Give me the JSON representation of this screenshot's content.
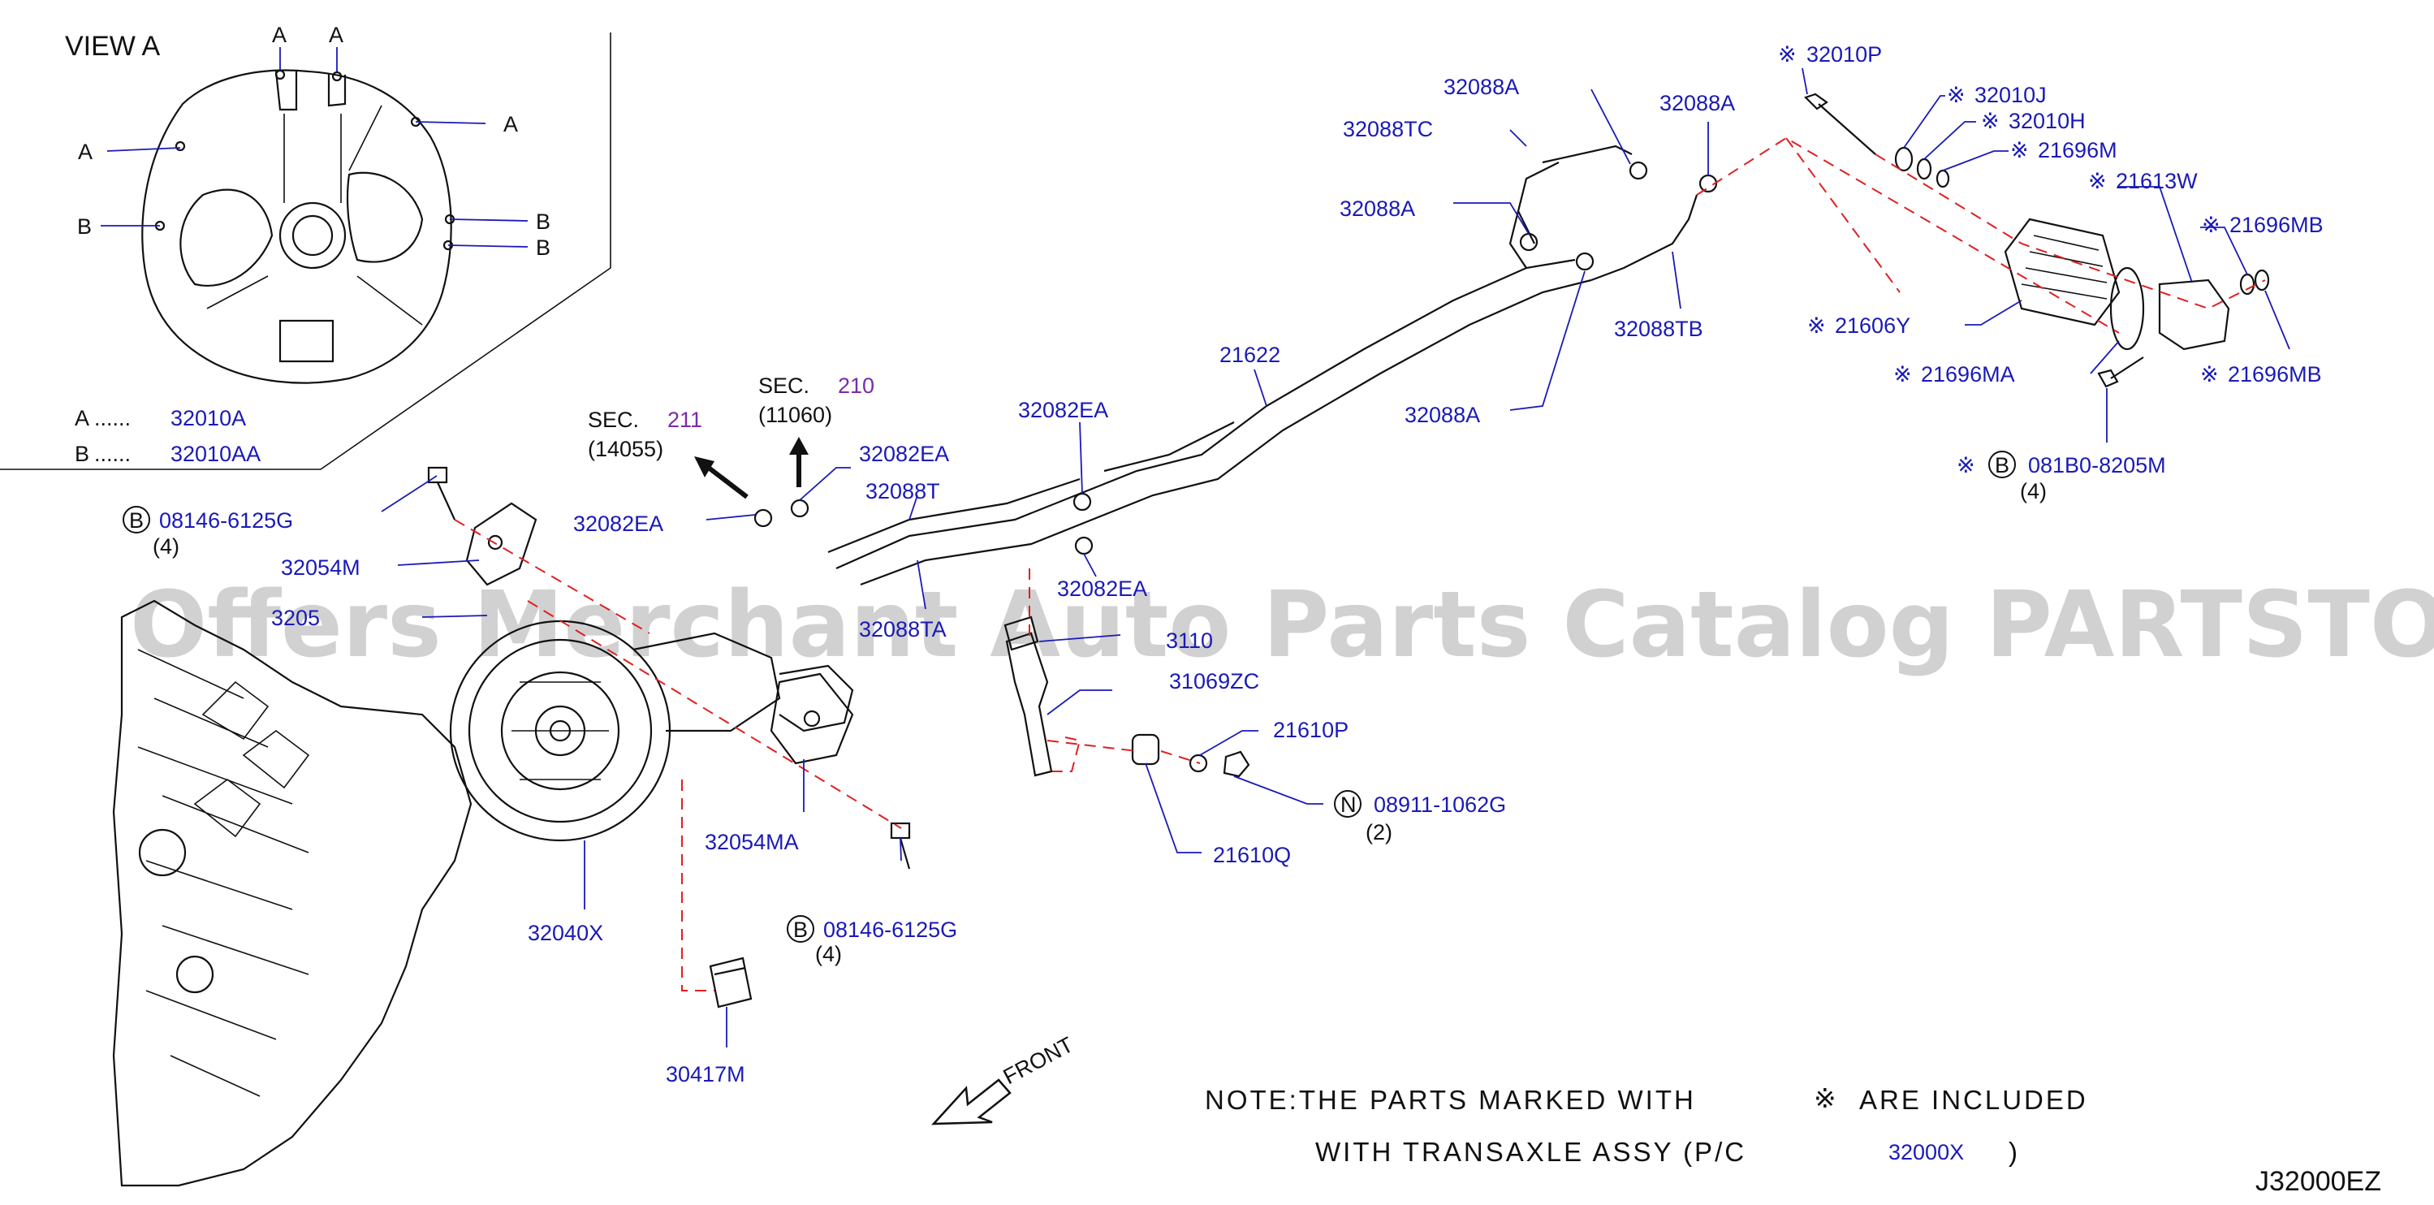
{
  "view_a": {
    "title": "VIEW  A",
    "label_a": "A",
    "label_b": "B",
    "legend_a_key": "A",
    "legend_a_val": "32010A",
    "legend_b_key": "B",
    "legend_b_val": "32010AA",
    "dots": "......"
  },
  "symbols": {
    "asterisk": "※",
    "circled_b": "B",
    "circled_n": "N"
  },
  "sections": [
    {
      "prefix": "SEC.",
      "num": "211",
      "code": "(14055)"
    },
    {
      "prefix": "SEC.",
      "num": "210",
      "code": "(11060)"
    }
  ],
  "parts": {
    "p32010P": "32010P",
    "p32010J": "32010J",
    "p32010H": "32010H",
    "p21696M": "21696M",
    "p21613W": "21613W",
    "p21696MB_a": "21696MB",
    "p21696MB_b": "21696MB",
    "p21606Y": "21606Y",
    "p21696MA": "21696MA",
    "p081B0": "081B0-8205M",
    "p081B0_qty": "(4)",
    "p32088A_1": "32088A",
    "p32088A_2": "32088A",
    "p32088A_3": "32088A",
    "p32088A_4": "32088A",
    "p32088TC": "32088TC",
    "p32088TB": "32088TB",
    "p21622": "21622",
    "p32082EA_1": "32082EA",
    "p32082EA_2": "32082EA",
    "p32082EA_3": "32082EA",
    "p32082EA_4": "32082EA",
    "p32088T": "32088T",
    "p32088TA_partial": "32088TA",
    "p08146_a": "08146-6125G",
    "p08146_a_qty": "(4)",
    "p08146_b": "08146-6125G",
    "p08146_b_qty": "(4)",
    "p32054M": "32054M",
    "p3205xF_partial": "3205",
    "p32054MA": "32054MA",
    "p32040X": "32040X",
    "p30417M": "30417M",
    "p31069_partial": "3110",
    "p31069ZC": "31069ZC",
    "p21610P": "21610P",
    "p21610Q": "21610Q",
    "p08911": "08911-1062G",
    "p08911_qty": "(2)"
  },
  "front_label": "FRONT",
  "note": {
    "line1_prefix": "NOTE:THE  PARTS  MARKED  WITH",
    "line1_suffix": "ARE  INCLUDED",
    "line2_prefix": "WITH  TRANSAXLE  ASSY  (P/C",
    "line2_code": "32000X",
    "line2_close": ")"
  },
  "diagram_code": "J32000EZ",
  "watermark": "Offers Merchant Auto Parts Catalog PARTSTORE.SA",
  "colors": {
    "label": "#1a1ab8",
    "section": "#7a2aa8",
    "dash": "#e02020",
    "watermark": "#c9c9c9"
  }
}
